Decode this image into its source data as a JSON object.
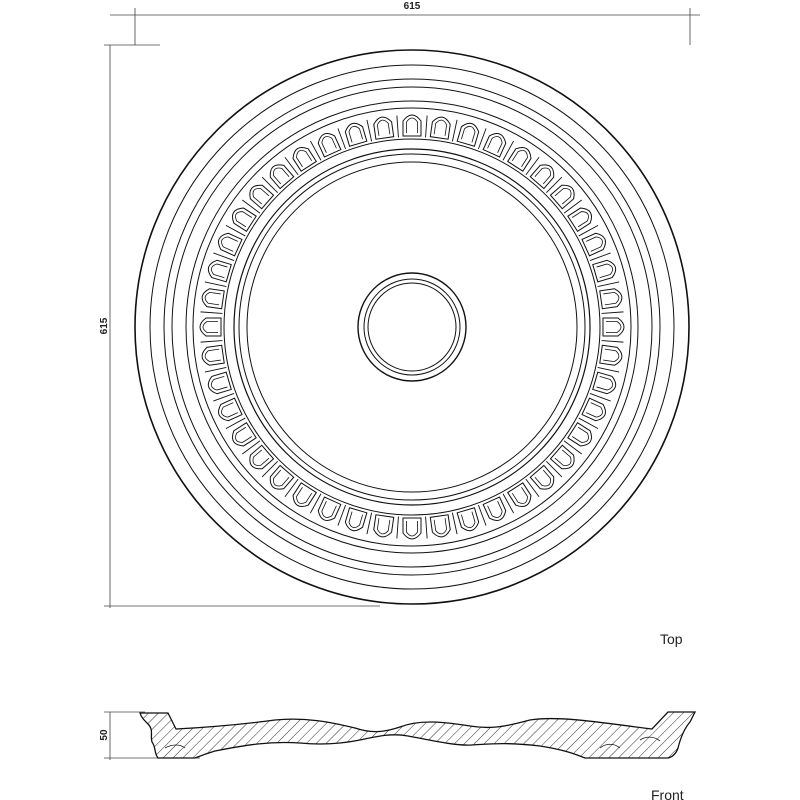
{
  "dimensions": {
    "top_width": "615",
    "top_height": "615",
    "front_height": "50"
  },
  "views": {
    "top_label": "Top",
    "front_label": "Front"
  },
  "ornament": {
    "egg_count": 44,
    "ring_count": 12
  },
  "colors": {
    "line": "#111111",
    "hatch": "#333333",
    "background": "#ffffff"
  }
}
